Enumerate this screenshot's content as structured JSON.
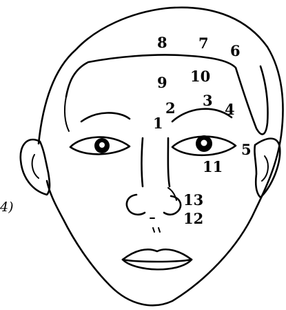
{
  "side_note": "4)",
  "points": [
    {
      "id": "p1",
      "text": "1"
    },
    {
      "id": "p2",
      "text": "2"
    },
    {
      "id": "p3",
      "text": "3"
    },
    {
      "id": "p4",
      "text": "4"
    },
    {
      "id": "p5",
      "text": "5"
    },
    {
      "id": "p6",
      "text": "6"
    },
    {
      "id": "p7",
      "text": "7"
    },
    {
      "id": "p8",
      "text": "8"
    },
    {
      "id": "p9",
      "text": "9"
    },
    {
      "id": "p10",
      "text": "10"
    },
    {
      "id": "p11",
      "text": "11"
    },
    {
      "id": "p12",
      "text": "12"
    },
    {
      "id": "p13",
      "text": "13"
    }
  ]
}
